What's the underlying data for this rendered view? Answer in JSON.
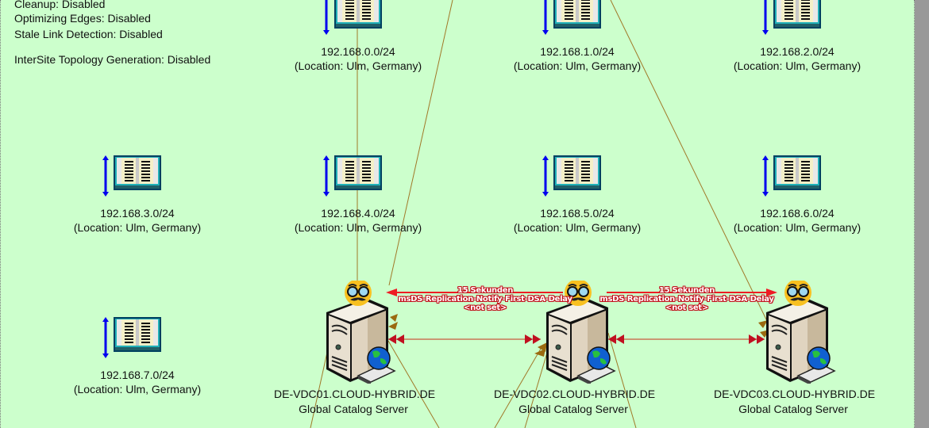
{
  "site_info": {
    "lines": [
      "Cleanup: Disabled",
      "Optimizing Edges: Disabled",
      "Stale Link Detection: Disabled",
      "InterSite Topology Generation: Disabled"
    ]
  },
  "subnets": [
    {
      "name": "192.168.0.0/24",
      "location": "(Location: Ulm, Germany)",
      "arrow": "down"
    },
    {
      "name": "192.168.1.0/24",
      "location": "(Location: Ulm, Germany)",
      "arrow": "down"
    },
    {
      "name": "192.168.2.0/24",
      "location": "(Location: Ulm, Germany)",
      "arrow": "down"
    },
    {
      "name": "192.168.3.0/24",
      "location": "(Location: Ulm, Germany)",
      "arrow": "both"
    },
    {
      "name": "192.168.4.0/24",
      "location": "(Location: Ulm, Germany)",
      "arrow": "both"
    },
    {
      "name": "192.168.5.0/24",
      "location": "(Location: Ulm, Germany)",
      "arrow": "both"
    },
    {
      "name": "192.168.6.0/24",
      "location": "(Location: Ulm, Germany)",
      "arrow": "both"
    },
    {
      "name": "192.168.7.0/24",
      "location": "(Location: Ulm, Germany)",
      "arrow": "both"
    }
  ],
  "domain_controllers": [
    {
      "name": "DE-VDC01.CLOUD-HYBRID.DE",
      "role": "Global Catalog Server",
      "icon": "server-icon",
      "badge": "disguise-face-icon",
      "overlay": "globe-icon"
    },
    {
      "name": "DE-VDC02.CLOUD-HYBRID.DE",
      "role": "Global Catalog Server",
      "icon": "server-icon",
      "badge": "disguise-face-icon",
      "overlay": "globe-icon"
    },
    {
      "name": "DE-VDC03.CLOUD-HYBRID.DE",
      "role": "Global Catalog Server",
      "icon": "server-icon",
      "badge": "disguise-face-icon",
      "overlay": "globe-icon"
    }
  ],
  "replication_labels": [
    {
      "from": "DE-VDC02.CLOUD-HYBRID.DE",
      "to": "DE-VDC01.CLOUD-HYBRID.DE",
      "line1": "15 Sekunden",
      "line2": "msDS-Replication-Notify-First-DSA-Delay",
      "line3": "<not set>"
    },
    {
      "from": "DE-VDC02.CLOUD-HYBRID.DE",
      "to": "DE-VDC03.CLOUD-HYBRID.DE",
      "line1": "15 Sekunden",
      "line2": "msDS-Replication-Notify-First-DSA-Delay",
      "line3": "<not set>"
    }
  ],
  "colors": {
    "canvas_bg": "#ccffcc",
    "frame": "#999999",
    "replication_arrow": "#ee1c24",
    "connection_arrow": "#b01020",
    "site_link_line": "#a07828",
    "subnet_arrow": "#0000ee"
  }
}
